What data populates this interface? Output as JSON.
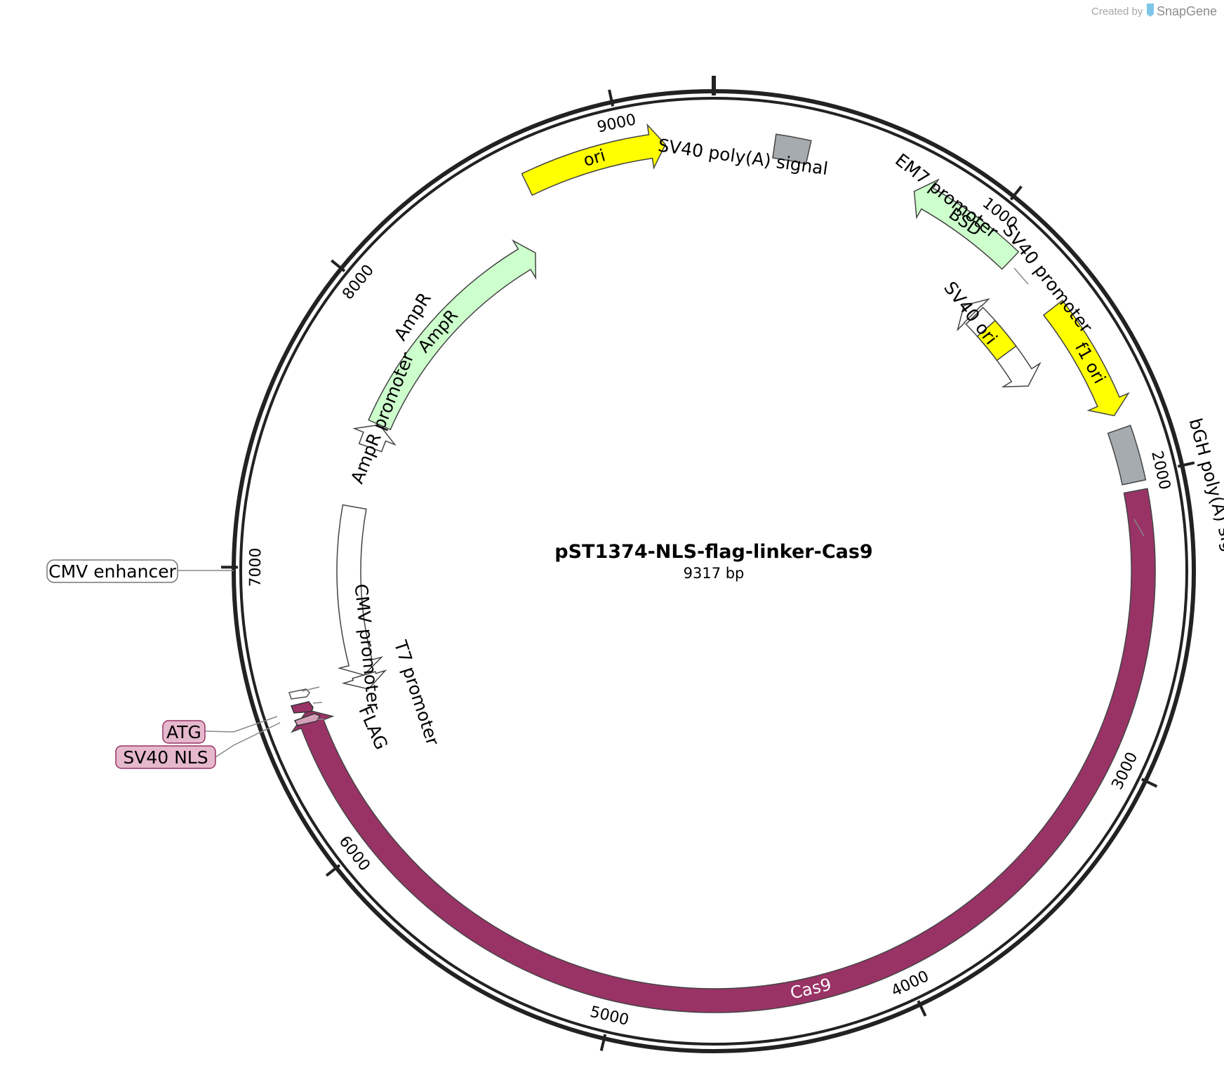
{
  "credit": {
    "prefix": "Created by",
    "brand": "SnapGene"
  },
  "plasmid": {
    "name": "pST1374-NLS-flag-linker-Cas9",
    "length_label": "9317 bp",
    "length": 9317
  },
  "ticks": [
    {
      "pos": 1000,
      "label": "1000"
    },
    {
      "pos": 2000,
      "label": "2000"
    },
    {
      "pos": 3000,
      "label": "3000"
    },
    {
      "pos": 4000,
      "label": "4000"
    },
    {
      "pos": 5000,
      "label": "5000"
    },
    {
      "pos": 6000,
      "label": "6000"
    },
    {
      "pos": 7000,
      "label": "7000"
    },
    {
      "pos": 8000,
      "label": "8000"
    },
    {
      "pos": 9000,
      "label": "9000"
    }
  ],
  "features": [
    {
      "id": "cas9",
      "label": "Cas9",
      "start": 2050,
      "end": 6500,
      "direction": "cw",
      "color": "#993366",
      "inner": true,
      "label_pos": 4320,
      "label_color": "#ffffff"
    },
    {
      "id": "bsd",
      "label": "BSD",
      "start": 1130,
      "end": 720,
      "direction": "ccw",
      "color": "#ccffcc",
      "inner": true,
      "label_pos": 925,
      "label_color": "#000000"
    },
    {
      "id": "ori",
      "label": "ori",
      "start": 8650,
      "end": 9150,
      "direction": "cw",
      "color": "#ffff00",
      "inner": true,
      "label_pos": 8900,
      "label_color": "#000000"
    },
    {
      "id": "f1ori",
      "label": "f1 ori",
      "start": 1350,
      "end": 1780,
      "direction": "cw",
      "color": "#ffff00",
      "inner": true,
      "label_pos": 1580,
      "label_color": "#000000"
    },
    {
      "id": "ampr",
      "label": "AmpR",
      "start": 7600,
      "end": 8560,
      "direction": "cw",
      "color": "#ccffcc",
      "inner": false,
      "label_pos": 8050,
      "label_color": "#000000"
    },
    {
      "id": "cmv",
      "label": "CMV promoter",
      "start": 6560,
      "end": 7250,
      "direction": "ccw",
      "color": "#ffffff",
      "inner": false
    },
    {
      "id": "sv40prom",
      "label": "SV40 promoter",
      "start": 1180,
      "end": 1540,
      "direction": "cw",
      "color": "#ffffff",
      "inner": false
    },
    {
      "id": "em7",
      "label": "EM7 promoter",
      "start": 1120,
      "end": 1170,
      "direction": "ccw",
      "color": "#ffffff",
      "inner": false
    },
    {
      "id": "amprprom",
      "label": "AmpR promoter",
      "start": 7500,
      "end": 7600,
      "direction": "cw",
      "color": "#ffffff",
      "inner": false
    },
    {
      "id": "t7",
      "label": "T7 promoter",
      "start": 6500,
      "end": 6560,
      "direction": "ccw",
      "color": "#ffffff",
      "inner": false
    },
    {
      "id": "sv40polya",
      "label": "SV40 poly(A) signal",
      "start": 210,
      "end": 330,
      "direction": "none",
      "color": "#a6abb0",
      "inner": true
    },
    {
      "id": "bghpolya",
      "label": "bGH poly(A) signal",
      "start": 1830,
      "end": 2020,
      "direction": "none",
      "color": "#a6abb0",
      "inner": true
    },
    {
      "id": "sv40ori",
      "label": "SV40 ori",
      "start": 1250,
      "end": 1380,
      "direction": "none",
      "color": "#ffff00",
      "inner": false
    }
  ],
  "side_labels": [
    {
      "label": "CMV enhancer",
      "fill": "#ffffff",
      "stroke": "#777777"
    },
    {
      "label": "ATG",
      "fill": "#e6b8cc",
      "stroke": "#993366"
    },
    {
      "label": "SV40 NLS",
      "fill": "#e6b8cc",
      "stroke": "#993366"
    }
  ],
  "small_labels": {
    "flag": "FLAG"
  }
}
